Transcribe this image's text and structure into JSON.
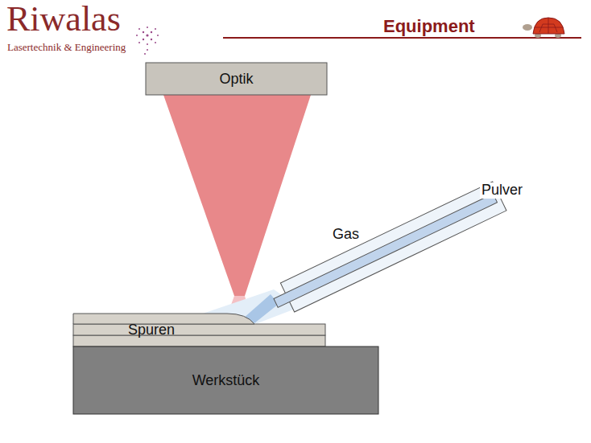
{
  "diagram": {
    "title": "Equipment",
    "nodes": [
      {
        "text": [
          "Optik"
        ]
      },
      {
        "text": [
          "Spuren"
        ]
      },
      {
        "text": [
          "Werkstück"
        ]
      }
    ],
    "labels": [
      "Riwalas",
      "Lasertechnik & Engineering",
      "Gas",
      "Pulver"
    ]
  }
}
